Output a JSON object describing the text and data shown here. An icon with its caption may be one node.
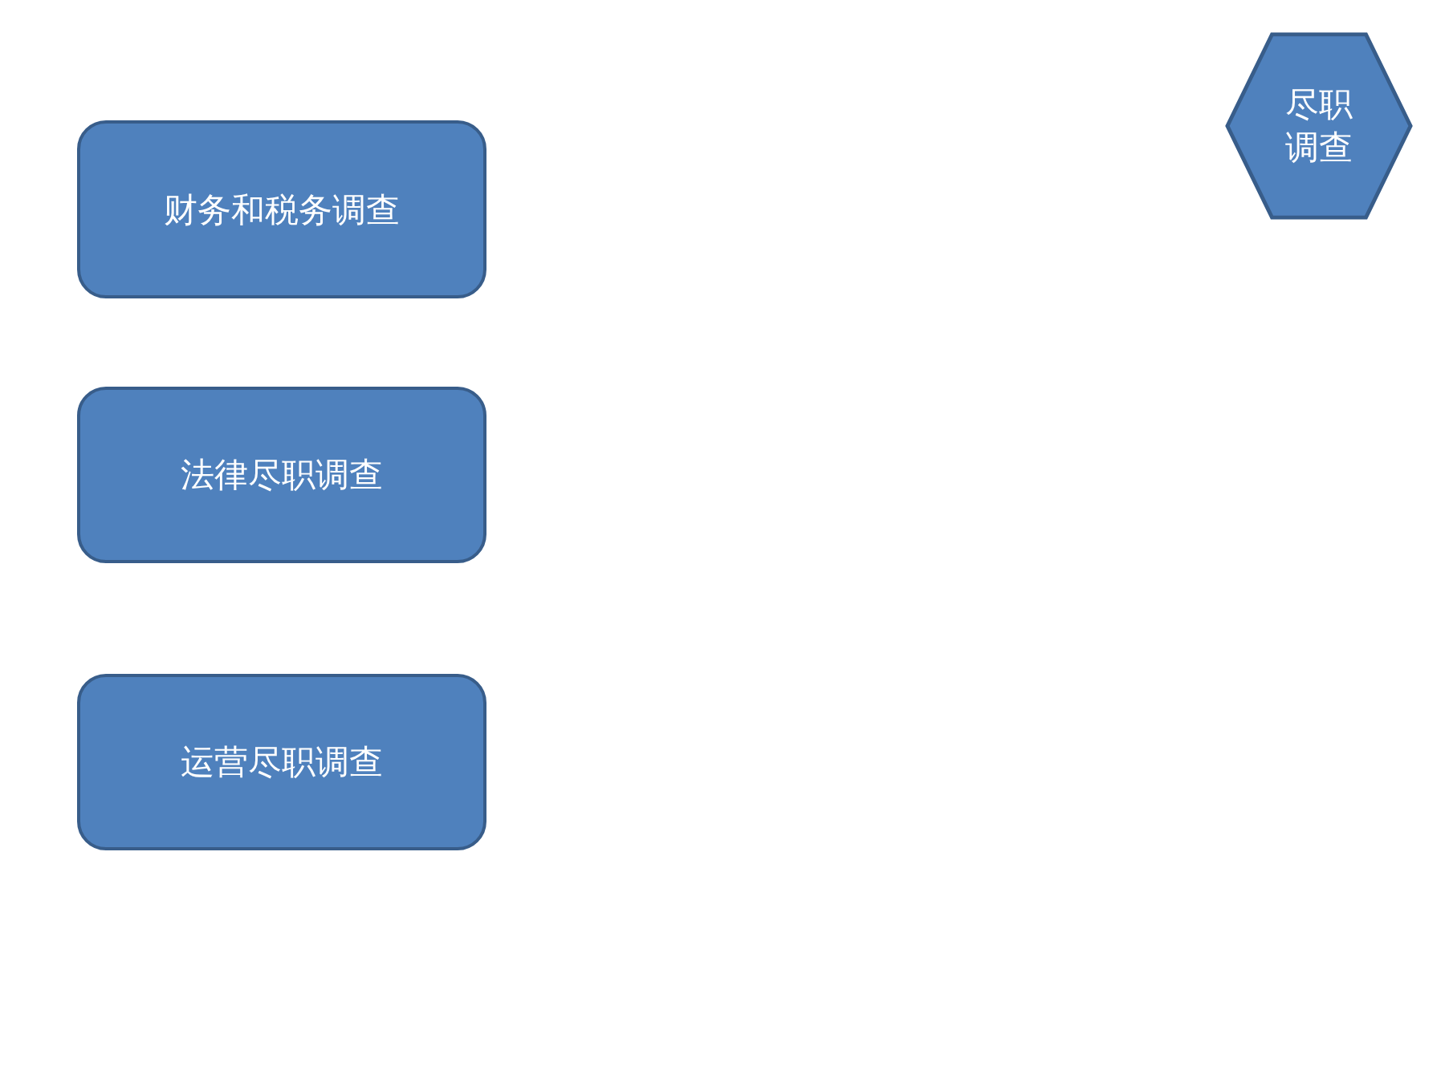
{
  "diagram": {
    "nodes": [
      {
        "text": [
          "尽职调查"
        ]
      },
      {
        "text": [
          "财务和税务调查"
        ]
      },
      {
        "text": [
          "法律尽职调查"
        ]
      },
      {
        "text": [
          "运营尽职调查"
        ]
      }
    ]
  }
}
